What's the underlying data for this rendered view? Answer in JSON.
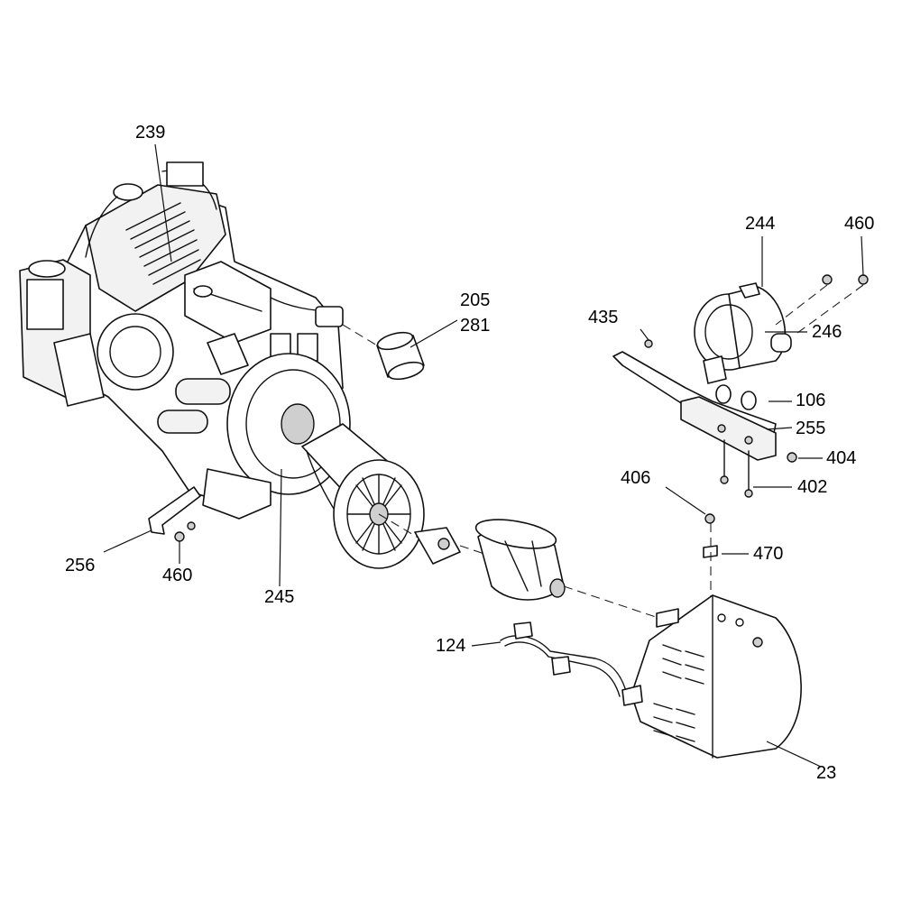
{
  "callouts": {
    "c239": "239",
    "c205": "205",
    "c281": "281",
    "c244": "244",
    "c460a": "460",
    "c435": "435",
    "c246": "246",
    "c106": "106",
    "c255": "255",
    "c404": "404",
    "c402": "402",
    "c406": "406",
    "c470": "470",
    "c256": "256",
    "c460b": "460",
    "c245": "245",
    "c124": "124",
    "c23": "23"
  },
  "parts": {
    "engine": "engine-icon",
    "coupler_tube": "coupler-sleeve-icon",
    "air_cleaner": "air-cleaner-icon",
    "bracket": "mounting-bracket-icon",
    "clutch_pulley": "clutch-pulley-icon",
    "drive_cup": "drive-cup-icon",
    "belt_guard": "belt-guard-icon",
    "support_bar": "support-bar-icon",
    "mount_plate": "mount-plate-icon"
  }
}
